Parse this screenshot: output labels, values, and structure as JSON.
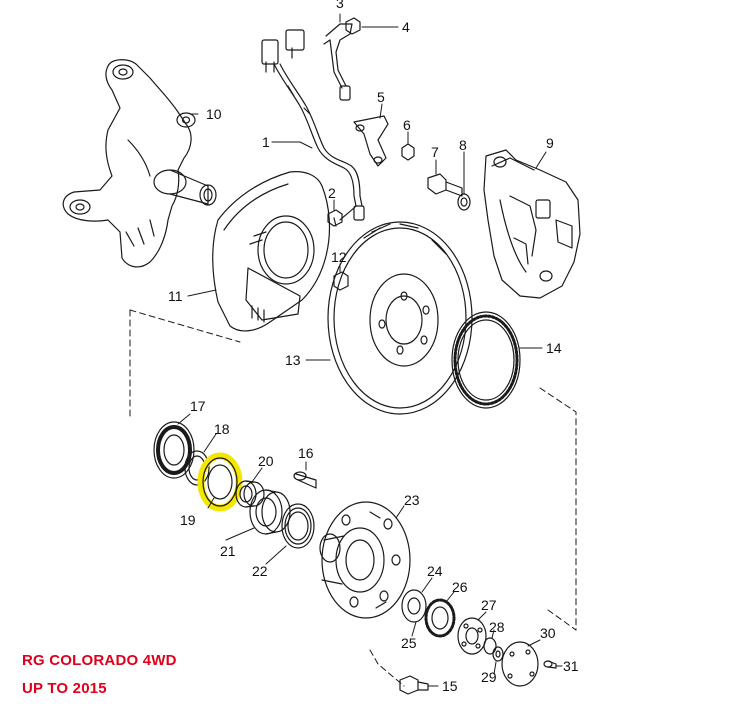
{
  "caption": {
    "line1": "RG COLORADO 4WD",
    "line2": "UP TO 2015",
    "color": "#e0001b"
  },
  "highlight_color": "#f3e600",
  "line_color": "#1a1a1a",
  "callouts": [
    "1",
    "2",
    "3",
    "4",
    "5",
    "6",
    "7",
    "8",
    "9",
    "10",
    "11",
    "12",
    "13",
    "14",
    "15",
    "16",
    "17",
    "18",
    "19",
    "20",
    "21",
    "22",
    "23",
    "24",
    "25",
    "26",
    "27",
    "28",
    "29",
    "30",
    "31"
  ],
  "highlighted_part": "19"
}
